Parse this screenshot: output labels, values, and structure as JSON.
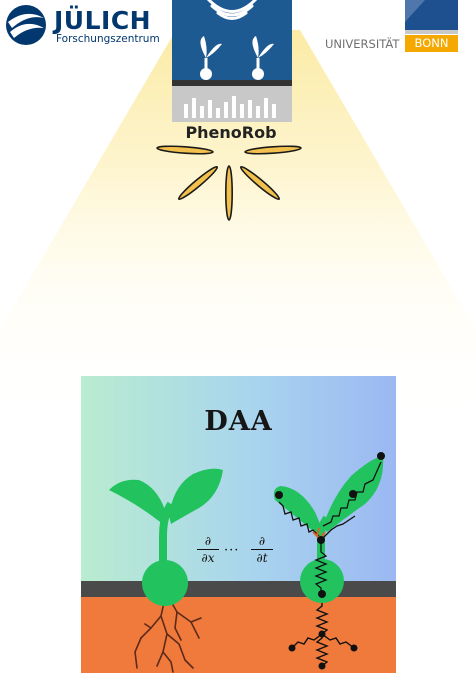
{
  "logos": {
    "juelich": {
      "name": "JÜLICH",
      "subtitle": "Forschungszentrum"
    },
    "bonn": {
      "prefix": "UNIVERSITÄT",
      "box": "BONN"
    },
    "phenorob": {
      "name": "PhenoRob"
    }
  },
  "figure": {
    "title": "DAA",
    "derivative_numerator_1": "∂",
    "derivative_denominator_1": "∂x",
    "ellipsis": "···",
    "derivative_numerator_2": "∂",
    "derivative_denominator_2": "∂t"
  },
  "colors": {
    "juelich_blue": "#02386e",
    "bonn_orange": "#f5a800",
    "phenorob_blue": "#1e5a92",
    "leaf_green": "#22c35e",
    "soil_orange": "#f07a3c",
    "ground_strip": "#4a4a4a",
    "light_beam": "#fdf6c9"
  }
}
